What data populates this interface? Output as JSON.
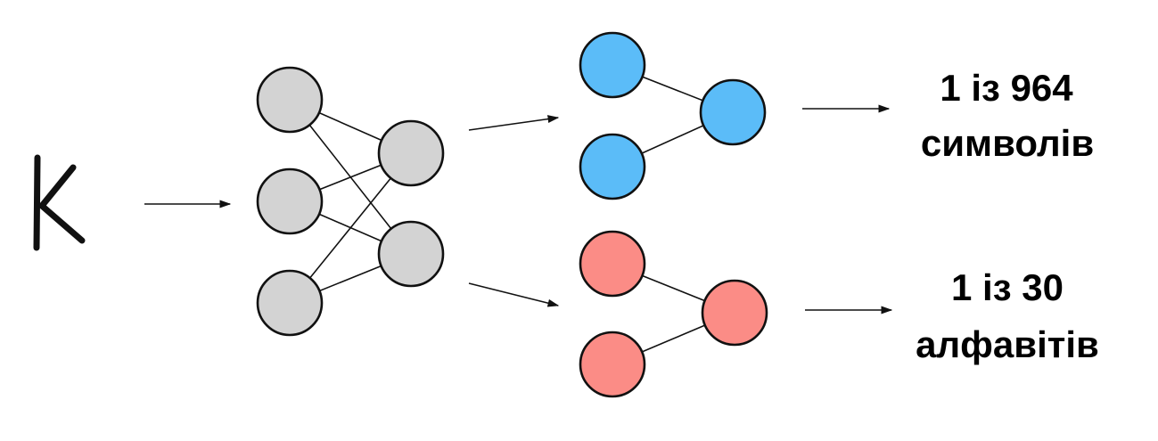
{
  "input": {
    "icon": "handwritten-k-glyph"
  },
  "colors": {
    "hidden_node": "#d3d3d3",
    "head_1_node": "#5bbcf8",
    "head_2_node": "#fb8c86",
    "line": "#111111"
  },
  "heads": [
    {
      "id": "symbols",
      "line1": "1 із 964",
      "line2": "символів"
    },
    {
      "id": "alphabets",
      "line1": "1 із 30",
      "line2": "алфавітів"
    }
  ]
}
